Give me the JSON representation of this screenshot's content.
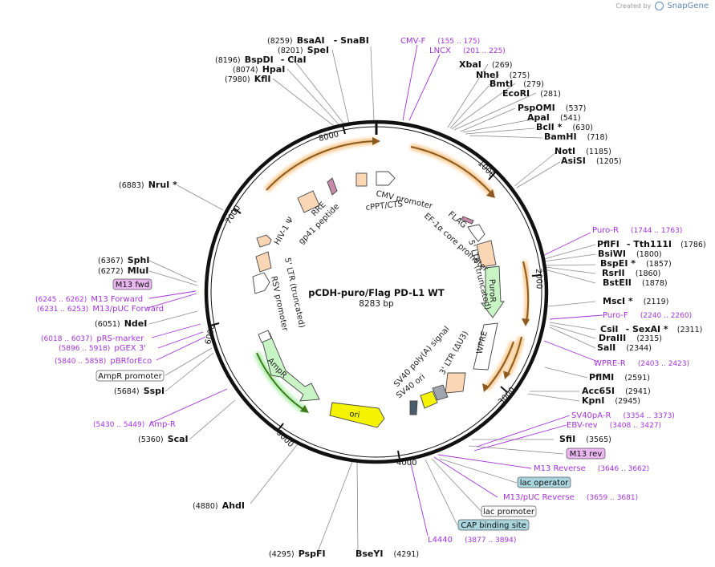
{
  "branding": {
    "created_by": "Created by",
    "product": "SnapGene"
  },
  "plasmid": {
    "name": "pCDH-puro/Flag PD-L1 WT",
    "length_label": "8283 bp",
    "length": 8283
  },
  "ticks": [
    "1000",
    "2000",
    "3000",
    "4000",
    "5000",
    "6000",
    "7000",
    "8000"
  ],
  "colors": {
    "primer": "#a134d8",
    "backbone": "#111111",
    "cds_orange": "#f5c98a",
    "cds_green": "#c7f3c5",
    "ori_yellow": "#f4f400",
    "feature_peach": "#fbd6b4",
    "box_purple": "#e9b6f0",
    "box_blue": "#a9d5df"
  },
  "sites": [
    {
      "name": "BsaAI",
      "pos": "(8259)",
      "extra": "- SnaBI"
    },
    {
      "name": "SpeI",
      "pos": "(8201)"
    },
    {
      "name": "BspDI",
      "pos": "(8196)",
      "extra": "- ClaI"
    },
    {
      "name": "HpaI",
      "pos": "(8074)"
    },
    {
      "name": "KflI",
      "pos": "(7980)"
    },
    {
      "name": "XbaI",
      "pos": "(269)"
    },
    {
      "name": "NheI",
      "pos": "(275)"
    },
    {
      "name": "BmtI",
      "pos": "(279)"
    },
    {
      "name": "EcoRI",
      "pos": "(281)"
    },
    {
      "name": "PspOMI",
      "pos": "(537)"
    },
    {
      "name": "ApaI",
      "pos": "(541)"
    },
    {
      "name": "BclI *",
      "pos": "(630)"
    },
    {
      "name": "BamHI",
      "pos": "(718)"
    },
    {
      "name": "NotI",
      "pos": "(1185)"
    },
    {
      "name": "AsiSI",
      "pos": "(1205)"
    },
    {
      "name": "NruI *",
      "pos": "(6883)"
    },
    {
      "name": "SphI",
      "pos": "(6367)"
    },
    {
      "name": "MluI",
      "pos": "(6272)"
    },
    {
      "name": "NdeI",
      "pos": "(6051)"
    },
    {
      "name": "SspI",
      "pos": "(5684)"
    },
    {
      "name": "ScaI",
      "pos": "(5360)"
    },
    {
      "name": "AhdI",
      "pos": "(4880)"
    },
    {
      "name": "PspFI",
      "pos": "(4295)"
    },
    {
      "name": "BseYI",
      "pos": "(4291)"
    },
    {
      "name": "PflFI",
      "pos": "(1786)",
      "extra": "- Tth111I"
    },
    {
      "name": "BsiWI",
      "pos": "(1800)"
    },
    {
      "name": "BspEI *",
      "pos": "(1857)"
    },
    {
      "name": "RsrII",
      "pos": "(1860)"
    },
    {
      "name": "BstEII",
      "pos": "(1878)"
    },
    {
      "name": "MscI *",
      "pos": "(2119)"
    },
    {
      "name": "CsiI",
      "pos": "(2311)",
      "extra": "- SexAI *"
    },
    {
      "name": "DraIII",
      "pos": "(2315)"
    },
    {
      "name": "SalI",
      "pos": "(2344)"
    },
    {
      "name": "PflMI",
      "pos": "(2591)"
    },
    {
      "name": "Acc65I",
      "pos": "(2941)"
    },
    {
      "name": "KpnI",
      "pos": "(2945)"
    },
    {
      "name": "SfiI",
      "pos": "(3565)"
    }
  ],
  "primers": [
    {
      "name": "CMV-F",
      "range": "(155 .. 175)"
    },
    {
      "name": "LNCX",
      "range": "(201 .. 225)"
    },
    {
      "name": "Puro-R",
      "range": "(1744 .. 1763)"
    },
    {
      "name": "Puro-F",
      "range": "(2240 .. 2260)"
    },
    {
      "name": "WPRE-R",
      "range": "(2403 .. 2423)"
    },
    {
      "name": "SV40pA-R",
      "range": "(3354 .. 3373)"
    },
    {
      "name": "EBV-rev",
      "range": "(3408 .. 3427)"
    },
    {
      "name": "M13 Reverse",
      "range": "(3646 .. 3662)"
    },
    {
      "name": "M13/pUC Reverse",
      "range": "(3659 .. 3681)"
    },
    {
      "name": "L4440",
      "range": "(3877 .. 3894)"
    },
    {
      "name": "Amp-R",
      "range": "(5430 .. 5449)"
    },
    {
      "name": "pBRforEco",
      "range": "(5840 .. 5858)"
    },
    {
      "name": "pGEX 3'",
      "range": "(5896 .. 5918)"
    },
    {
      "name": "pRS-marker",
      "range": "(6018 .. 6037)"
    },
    {
      "name": "M13/pUC Forward",
      "range": "(6231 .. 6253)"
    },
    {
      "name": "M13 Forward",
      "range": "(6245 .. 6262)"
    }
  ],
  "boxes": {
    "m13_rev": "M13 rev",
    "lac_operator": "lac operator",
    "lac_promoter": "lac promoter",
    "cap_site": "CAP binding site",
    "m13_fwd": "M13 fwd",
    "ampr_promoter": "AmpR promoter"
  },
  "features": {
    "cmv_promoter": "CMV promoter",
    "cppt": "cPPT/CTS",
    "flag": "FLAG",
    "ef1a": "EF-1α core promoter",
    "ltr5": "5' LTR (truncated)",
    "puror": "PuroR",
    "wpre": "WPRE",
    "ltr3": "3' LTR (ΔU3)",
    "sv40_polya": "SV40 poly(A) signal",
    "sv40_ori": "SV40 ori",
    "ori": "ori",
    "ampr": "AmpR",
    "ampr_rsv": "RSV promoter",
    "ltr5_left": "5' LTR (truncated)",
    "hiv1": "HIV-1 Ψ",
    "rre": "RRE",
    "gp41": "gp41 peptide"
  }
}
